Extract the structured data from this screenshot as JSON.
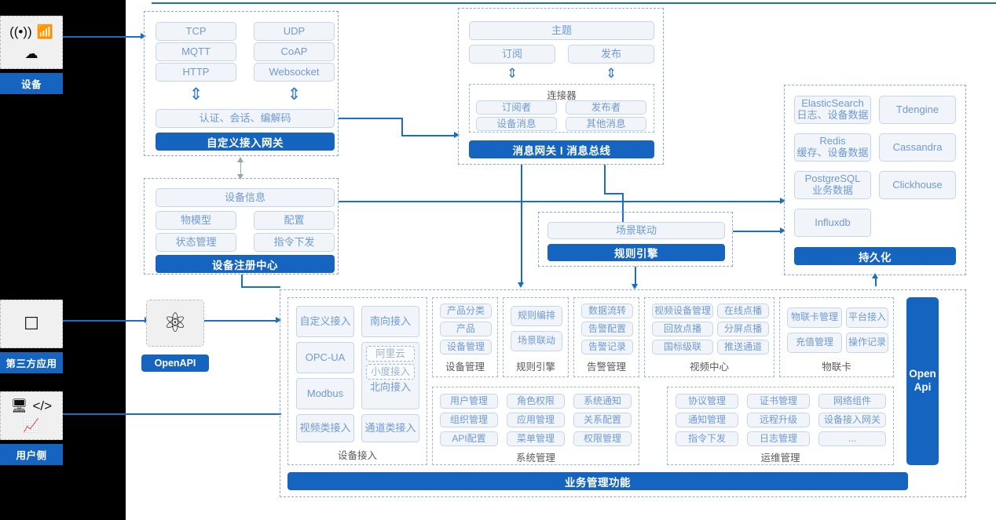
{
  "left_rail": {
    "groups": [
      {
        "label": "设备",
        "icons": [
          "signal-icon",
          "router-icon",
          "cloud-icon"
        ]
      },
      {
        "label": "第三方应用",
        "icons": [
          "mobile-phone-icon"
        ]
      },
      {
        "label": "用户侧",
        "icons": [
          "app-window-icon",
          "code-window-icon",
          "dashboard-window-icon"
        ]
      }
    ]
  },
  "openapi": {
    "icon": "api-atom-icon",
    "label": "OpenAPI",
    "vertical_bar": {
      "line1": "Open",
      "line2": "Api"
    }
  },
  "access_gateway": {
    "protocols": [
      "TCP",
      "UDP",
      "MQTT",
      "CoAP",
      "HTTP",
      "Websocket"
    ],
    "middle": "认证、会话、编解码",
    "title": "自定义接入网关"
  },
  "message_gateway": {
    "topic": "主题",
    "sub": "订阅",
    "pub": "发布",
    "connector_title": "连接器",
    "connector_items": [
      "订阅者",
      "发布者",
      "设备消息",
      "其他消息"
    ],
    "title": "消息网关 l 消息总线"
  },
  "device_registry": {
    "info": "设备信息",
    "items": [
      "物模型",
      "配置",
      "状态管理",
      "指令下发"
    ],
    "title": "设备注册中心"
  },
  "rule_engine_block": {
    "scene": "场景联动",
    "title": "规则引擎"
  },
  "persistence": {
    "stores": [
      {
        "line1": "ElasticSearch",
        "line2": "日志、设备数据"
      },
      {
        "line1": "Tdengine",
        "line2": ""
      },
      {
        "line1": "Redis",
        "line2": "缓存、设备数据"
      },
      {
        "line1": "Cassandra",
        "line2": ""
      },
      {
        "line1": "PostgreSQL",
        "line2": "业务数据"
      },
      {
        "line1": "Clickhouse",
        "line2": ""
      },
      {
        "line1": "Influxdb",
        "line2": ""
      }
    ],
    "title": "持久化"
  },
  "business": {
    "footer_title": "业务管理功能",
    "device_access": {
      "label": "设备接入",
      "left_items": [
        "自定义接入",
        "OPC-UA",
        "Modbus",
        "视频类接入"
      ],
      "right_top": "南向接入",
      "northbound": {
        "label": "北向接入",
        "nested": [
          "阿里云",
          "小度接入"
        ]
      },
      "right_bottom": "通道类接入"
    },
    "groups": [
      {
        "label": "设备管理",
        "items": [
          "产品分类",
          "产品",
          "设备管理"
        ],
        "cols": 1
      },
      {
        "label": "规则引擎",
        "items": [
          "规则编排",
          "场景联动"
        ],
        "cols": 1
      },
      {
        "label": "告警管理",
        "items": [
          "数据流转",
          "告警配置",
          "告警记录"
        ],
        "cols": 1
      },
      {
        "label": "视频中心",
        "items": [
          "视频设备管理",
          "在线点播",
          "回放点播",
          "分屏点播",
          "国标级联",
          "推送通道"
        ],
        "cols": 2
      },
      {
        "label": "物联卡",
        "items": [
          "物联卡管理",
          "平台接入",
          "充值管理",
          "操作记录"
        ],
        "cols": 2
      },
      {
        "label": "系统管理",
        "items": [
          "用户管理",
          "角色权限",
          "系统通知",
          "组织管理",
          "应用管理",
          "关系配置",
          "API配置",
          "菜单管理",
          "权限管理"
        ],
        "cols": 3
      },
      {
        "label": "运维管理",
        "items": [
          "协议管理",
          "证书管理",
          "网络组件",
          "通知管理",
          "远程升级",
          "设备接入网关",
          "指令下发",
          "日志管理",
          "..."
        ],
        "cols": 3
      }
    ]
  },
  "colors": {
    "brand_blue": "#1565c0",
    "line_blue": "#1a6fc4",
    "chip_border": "#c3d6ec",
    "chip_fill": "#f1f5fa",
    "chip_text": "#6f9ad4",
    "dash_border": "#8aa9d6"
  }
}
